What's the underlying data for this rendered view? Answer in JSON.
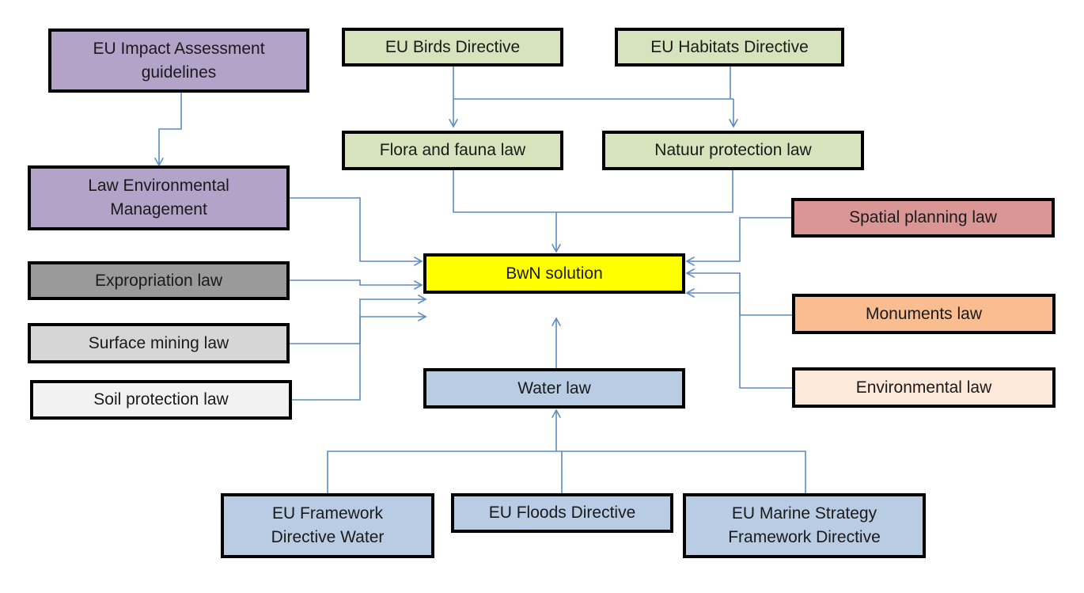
{
  "colors": {
    "purple": "#b3a3c9",
    "green": "#d6e3bd",
    "yellow": "#ffff00",
    "dark_gray": "#9a9a9a",
    "light_gray": "#d6d6d6",
    "very_light_gray": "#f2f2f2",
    "red": "#d99694",
    "orange": "#f9bd8f",
    "peach": "#fde8d9",
    "blue": "#b8cce4",
    "connector": "#5b8cc2",
    "border": "#000000"
  },
  "nodes": {
    "eu_impact": {
      "line1": "EU Impact Assessment",
      "line2": "guidelines"
    },
    "law_env_mgmt": {
      "line1": "Law Environmental",
      "line2": "Management"
    },
    "expropriation": {
      "label": "Expropriation law"
    },
    "surface_mining": {
      "label": "Surface mining law"
    },
    "soil_protection": {
      "label": "Soil protection law"
    },
    "birds": {
      "label": "EU Birds Directive"
    },
    "habitats": {
      "label": "EU Habitats Directive"
    },
    "flora_fauna": {
      "label": "Flora and fauna law"
    },
    "natuur": {
      "label": "Natuur protection law"
    },
    "bwn": {
      "label": "BwN solution"
    },
    "spatial": {
      "label": "Spatial planning law"
    },
    "monuments": {
      "label": "Monuments law"
    },
    "environmental": {
      "label": "Environmental law"
    },
    "water": {
      "label": "Water law"
    },
    "wfd": {
      "line1": "EU Framework",
      "line2": "Directive Water"
    },
    "floods": {
      "label": "EU Floods Directive"
    },
    "msfd": {
      "line1": "EU Marine Strategy",
      "line2": "Framework Directive"
    }
  }
}
